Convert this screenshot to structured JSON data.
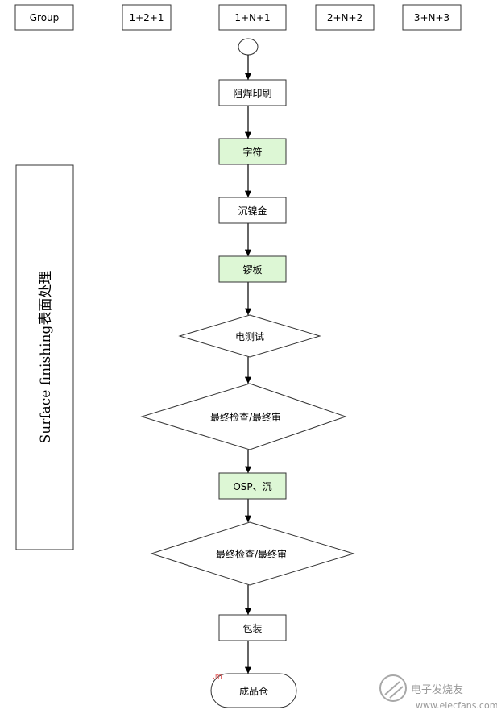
{
  "headers": [
    "Group",
    "1+2+1",
    "1+N+1",
    "2+N+2",
    "3+N+3"
  ],
  "side_label": "Surface finishing表面处理",
  "steps": [
    {
      "shape": "rect",
      "label": "阻焊印刷",
      "fill": "#ffffff"
    },
    {
      "shape": "rect",
      "label": "字符",
      "fill": "#ddf7d5"
    },
    {
      "shape": "rect",
      "label": "沉镍金",
      "fill": "#ffffff"
    },
    {
      "shape": "rect",
      "label": "锣板",
      "fill": "#ddf7d5"
    },
    {
      "shape": "diamond",
      "label": "电测试",
      "fill": "#ffffff"
    },
    {
      "shape": "diamond",
      "label": "最终检查/最终审",
      "fill": "#ffffff"
    },
    {
      "shape": "rect",
      "label": "OSP、沉",
      "fill": "#ddf7d5"
    },
    {
      "shape": "diamond",
      "label": "最终检查/最终审",
      "fill": "#ffffff"
    },
    {
      "shape": "rect",
      "label": "包装",
      "fill": "#ffffff"
    },
    {
      "shape": "terminal",
      "label": "成品仓",
      "fill": "#ffffff"
    }
  ],
  "watermark": {
    "brand": "电子发烧友",
    "url": "www.elecfans.com"
  },
  "stray_mark": ".m"
}
